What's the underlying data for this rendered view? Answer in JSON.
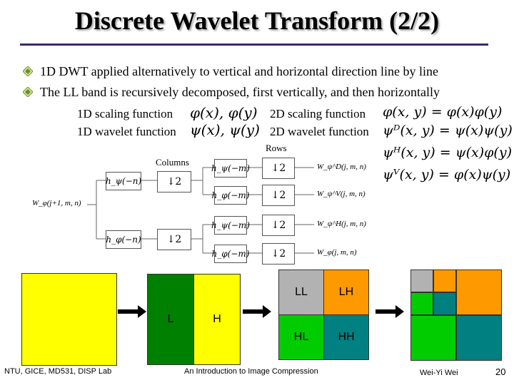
{
  "title": "Discrete Wavelet Transform (2/2)",
  "bullets": [
    "1D DWT applied alternatively to vertical and horizontal direction line by line",
    "The LL band is recursively decomposed, first vertically, and then horizontally"
  ],
  "functions": {
    "scaling_1d_label": "1D scaling function",
    "wavelet_1d_label": "1D wavelet function",
    "scaling_2d_label": "2D scaling function",
    "wavelet_2d_label": "2D wavelet function",
    "scaling_1d_expr": "φ(x), φ(y)",
    "wavelet_1d_expr": "ψ(x), ψ(y)",
    "scaling_2d_expr": "φ(x, y) = φ(x)φ(y)",
    "wavelet_2d_d_expr": "ψᴰ(x, y) = ψ(x)ψ(y)",
    "wavelet_2d_h_expr": "ψᴴ(x, y) = ψ(x)φ(y)",
    "wavelet_2d_v_expr": "ψⱽ(x, y) = φ(x)ψ(y)"
  },
  "filterbank": {
    "input": "W_φ(j+1, m, n)",
    "columns_label": "Columns",
    "rows_label": "Rows",
    "col_filter_top": "h_ψ(−n)",
    "col_filter_bottom": "h_φ(−n)",
    "downsample": "↓2",
    "row_filters": [
      "h_ψ(−m)",
      "h_φ(−m)",
      "h_ψ(−m)",
      "h_φ(−m)"
    ],
    "outputs": [
      "W_ψ^D(j, m, n)",
      "W_ψ^V(j, m, n)",
      "W_ψ^H(j, m, n)",
      "W_φ(j, m, n)"
    ]
  },
  "bands": {
    "L": "L",
    "H": "H",
    "LL": "LL",
    "LH": "LH",
    "HL": "HL",
    "HH": "HH"
  },
  "colors": {
    "yellow": "#ffff00",
    "dark_green": "#008000",
    "gray": "#b2b2b2",
    "orange": "#ff9900",
    "light_green": "#00cc00",
    "teal": "#008080",
    "title_rule": "#3b2a6b",
    "bullet_mark": "#6b8e23"
  },
  "footer": {
    "left": "NTU, GICE, MD531, DISP Lab",
    "center": "An Introduction to Image Compression",
    "author": "Wei-Yi Wei",
    "page": "20"
  }
}
